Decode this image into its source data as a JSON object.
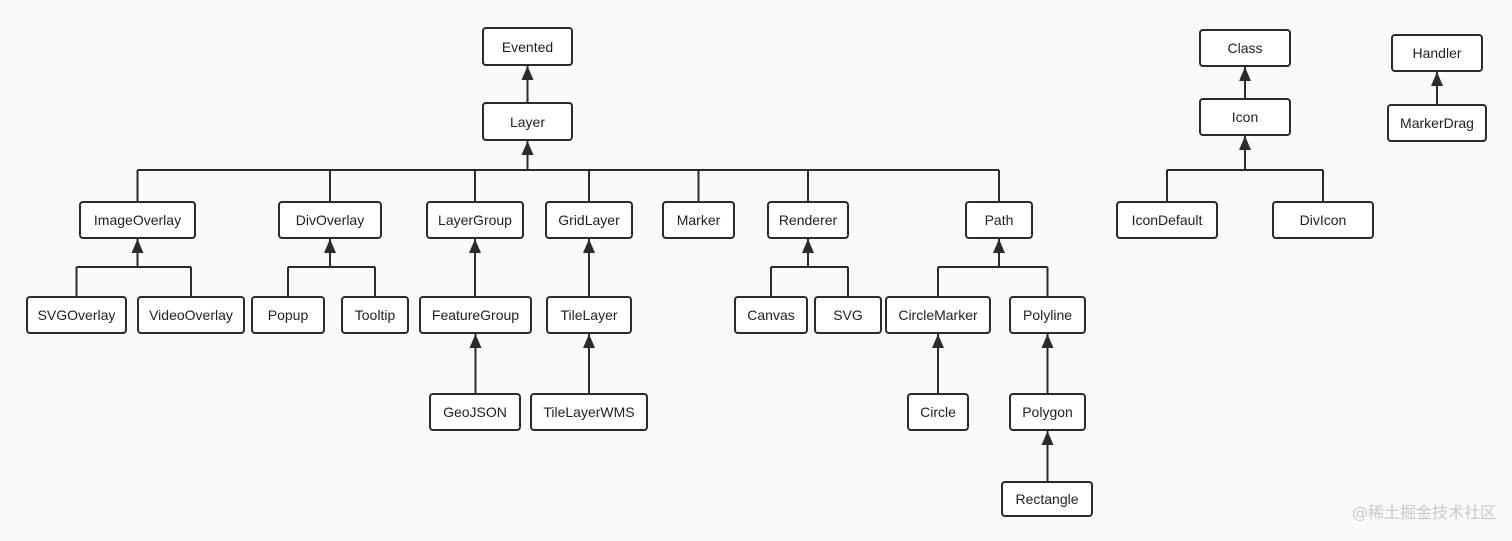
{
  "nodes": [
    {
      "id": "Evented",
      "label": "Evented"
    },
    {
      "id": "Layer",
      "label": "Layer"
    },
    {
      "id": "ImageOverlay",
      "label": "ImageOverlay"
    },
    {
      "id": "DivOverlay",
      "label": "DivOverlay"
    },
    {
      "id": "LayerGroup",
      "label": "LayerGroup"
    },
    {
      "id": "GridLayer",
      "label": "GridLayer"
    },
    {
      "id": "Marker",
      "label": "Marker"
    },
    {
      "id": "Renderer",
      "label": "Renderer"
    },
    {
      "id": "Path",
      "label": "Path"
    },
    {
      "id": "SVGOverlay",
      "label": "SVGOverlay"
    },
    {
      "id": "VideoOverlay",
      "label": "VideoOverlay"
    },
    {
      "id": "Popup",
      "label": "Popup"
    },
    {
      "id": "Tooltip",
      "label": "Tooltip"
    },
    {
      "id": "FeatureGroup",
      "label": "FeatureGroup"
    },
    {
      "id": "TileLayer",
      "label": "TileLayer"
    },
    {
      "id": "Canvas",
      "label": "Canvas"
    },
    {
      "id": "SVG",
      "label": "SVG"
    },
    {
      "id": "CircleMarker",
      "label": "CircleMarker"
    },
    {
      "id": "Polyline",
      "label": "Polyline"
    },
    {
      "id": "GeoJSON",
      "label": "GeoJSON"
    },
    {
      "id": "TileLayerWMS",
      "label": "TileLayerWMS"
    },
    {
      "id": "Circle",
      "label": "Circle"
    },
    {
      "id": "Polygon",
      "label": "Polygon"
    },
    {
      "id": "Rectangle",
      "label": "Rectangle"
    },
    {
      "id": "Class",
      "label": "Class"
    },
    {
      "id": "Icon",
      "label": "Icon"
    },
    {
      "id": "IconDefault",
      "label": "IconDefault"
    },
    {
      "id": "DivIcon",
      "label": "DivIcon"
    },
    {
      "id": "Handler",
      "label": "Handler"
    },
    {
      "id": "MarkerDrag",
      "label": "MarkerDrag"
    }
  ],
  "edges": [
    {
      "parent": "Evented",
      "children": [
        "Layer"
      ]
    },
    {
      "parent": "Layer",
      "children": [
        "ImageOverlay",
        "DivOverlay",
        "LayerGroup",
        "GridLayer",
        "Marker",
        "Renderer",
        "Path"
      ]
    },
    {
      "parent": "ImageOverlay",
      "children": [
        "SVGOverlay",
        "VideoOverlay"
      ]
    },
    {
      "parent": "DivOverlay",
      "children": [
        "Popup",
        "Tooltip"
      ]
    },
    {
      "parent": "LayerGroup",
      "children": [
        "FeatureGroup"
      ]
    },
    {
      "parent": "FeatureGroup",
      "children": [
        "GeoJSON"
      ]
    },
    {
      "parent": "GridLayer",
      "children": [
        "TileLayer"
      ]
    },
    {
      "parent": "TileLayer",
      "children": [
        "TileLayerWMS"
      ]
    },
    {
      "parent": "Renderer",
      "children": [
        "Canvas",
        "SVG"
      ]
    },
    {
      "parent": "Path",
      "children": [
        "CircleMarker",
        "Polyline"
      ]
    },
    {
      "parent": "CircleMarker",
      "children": [
        "Circle"
      ]
    },
    {
      "parent": "Polyline",
      "children": [
        "Polygon"
      ]
    },
    {
      "parent": "Polygon",
      "children": [
        "Rectangle"
      ]
    },
    {
      "parent": "Class",
      "children": [
        "Icon"
      ]
    },
    {
      "parent": "Icon",
      "children": [
        "IconDefault",
        "DivIcon"
      ]
    },
    {
      "parent": "Handler",
      "children": [
        "MarkerDrag"
      ]
    }
  ],
  "watermark": "@稀土掘金技术社区",
  "colors": {
    "line": "#2b2b2b",
    "background": "#fafafa",
    "box": "#ffffff"
  }
}
